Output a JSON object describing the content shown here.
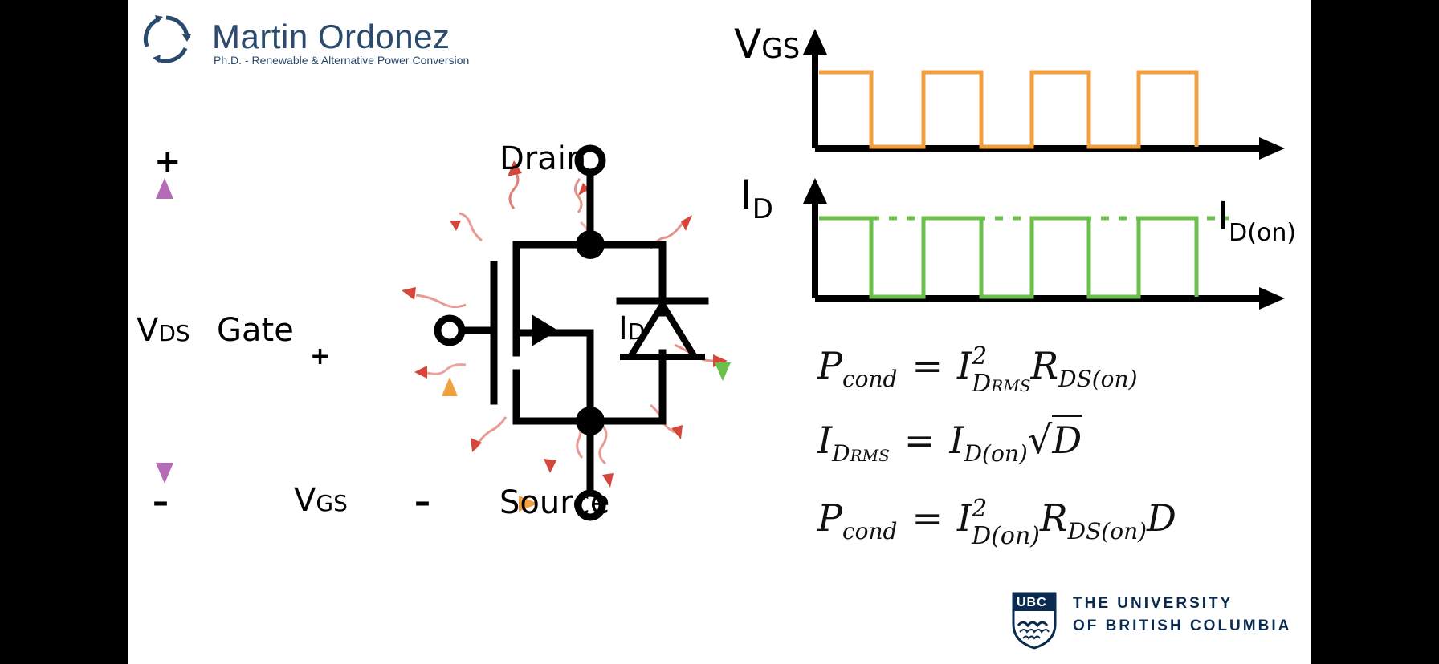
{
  "logo": {
    "name": "Martin Ordonez",
    "tagline": "Ph.D. - Renewable & Alternative Power Conversion"
  },
  "circuit": {
    "drain": "Drain",
    "gate": "Gate",
    "source": "Source",
    "vds_main": "V",
    "vds_sub": "DS",
    "vgs_main": "V",
    "vgs_sub": "GS",
    "id_main": "I",
    "id_sub": "D",
    "plus": "+",
    "minus": "–"
  },
  "waveforms": {
    "vgs_main": "V",
    "vgs_sub": "GS",
    "id_main": "I",
    "id_sub": "D",
    "idon_main": "I",
    "idon_sub": "D(on)"
  },
  "equations": {
    "eq1": "P_cond = I²_{D_RMS} R_{DS(on)}",
    "eq2": "I_{D_RMS} = I_{D(on)} √D",
    "eq3": "P_cond = I²_{D(on)} R_{DS(on)} D",
    "p": "P",
    "cond": "cond",
    "i": "I",
    "r": "R",
    "d": "D",
    "sq": "2",
    "equals": "=",
    "d_rms_d": "D",
    "d_rms_rms": "RMS",
    "d_on": "D(on)",
    "ds_on": "DS(on)",
    "sqrt": "√"
  },
  "university": {
    "badge": "UBC",
    "line1": "THE UNIVERSITY",
    "line2": "OF BRITISH COLUMBIA"
  },
  "colors": {
    "heat_arrow": "#d5473a",
    "vds_arrow": "#b56bb8",
    "vgs_arrow": "#f0a040",
    "id_arrow": "#6cbf4a",
    "vgs_wave": "#f0a040",
    "id_wave": "#6cbf4a",
    "logo_blue": "#2a4a6e"
  }
}
